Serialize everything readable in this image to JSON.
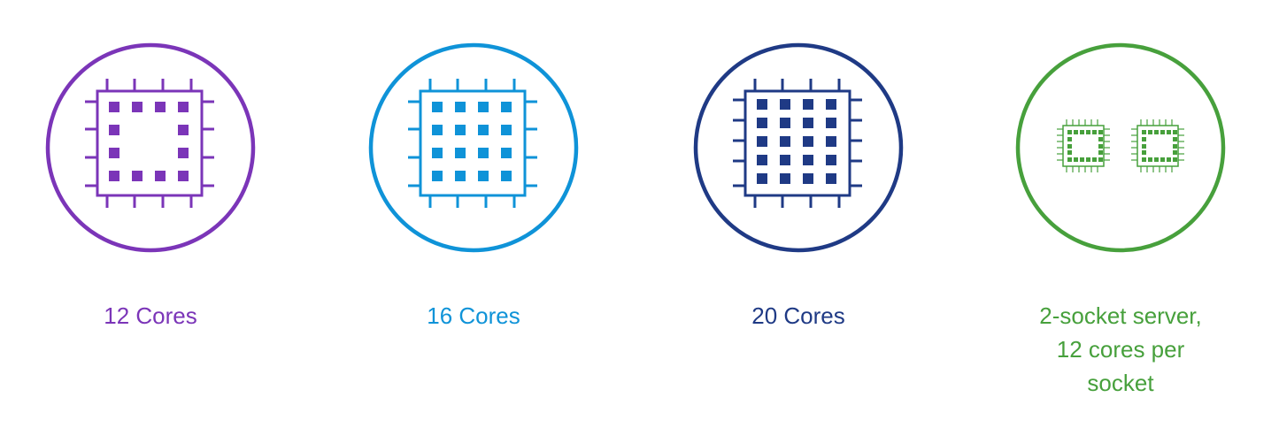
{
  "items": [
    {
      "label": "12 Cores",
      "color": "#7b35b8",
      "icon": "cpu-chip-12-cores-icon"
    },
    {
      "label": "16 Cores",
      "color": "#0f93d8",
      "icon": "cpu-chip-16-cores-icon"
    },
    {
      "label": "20 Cores",
      "color": "#1f3a85",
      "icon": "cpu-chip-20-cores-icon"
    },
    {
      "label": "2-socket server,\n12 cores per\nsocket",
      "color": "#47a03c",
      "icon": "dual-cpu-socket-server-icon"
    }
  ]
}
